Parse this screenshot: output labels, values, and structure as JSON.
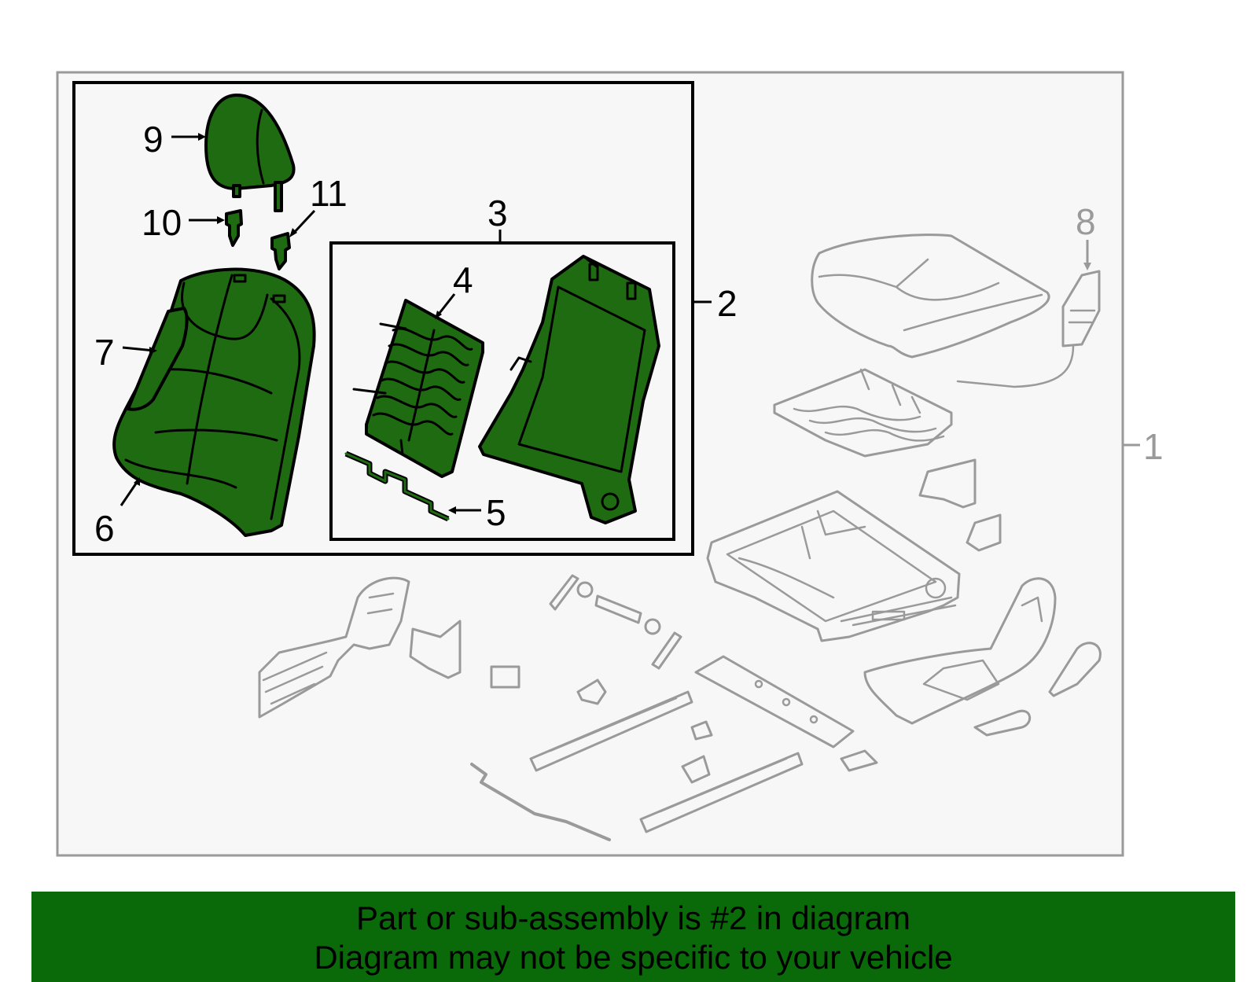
{
  "callouts": {
    "c1": "1",
    "c2": "2",
    "c3": "3",
    "c4": "4",
    "c5": "5",
    "c6": "6",
    "c7": "7",
    "c8": "8",
    "c9": "9",
    "c10": "10",
    "c11": "11"
  },
  "banner": {
    "line1": "Part or sub-assembly is #2 in diagram",
    "line2": "Diagram may not be specific to your vehicle"
  },
  "colors": {
    "highlight": "#1f6b12",
    "banner": "#0a6a0a",
    "unselected": "#9a9a9a",
    "frame_bg": "#f7f7f7"
  },
  "icons": {
    "headrest": "headrest-icon",
    "guide": "headrest-guide-icon",
    "seatback_cover": "seatback-cover-icon",
    "seatback_pad": "seatback-pad-icon",
    "lumbar_support": "lumbar-support-icon",
    "support_wire": "support-wire-icon",
    "seatback_frame": "seatback-frame-icon",
    "cushion": "seat-cushion-icon",
    "side_airbag": "side-airbag-icon"
  }
}
